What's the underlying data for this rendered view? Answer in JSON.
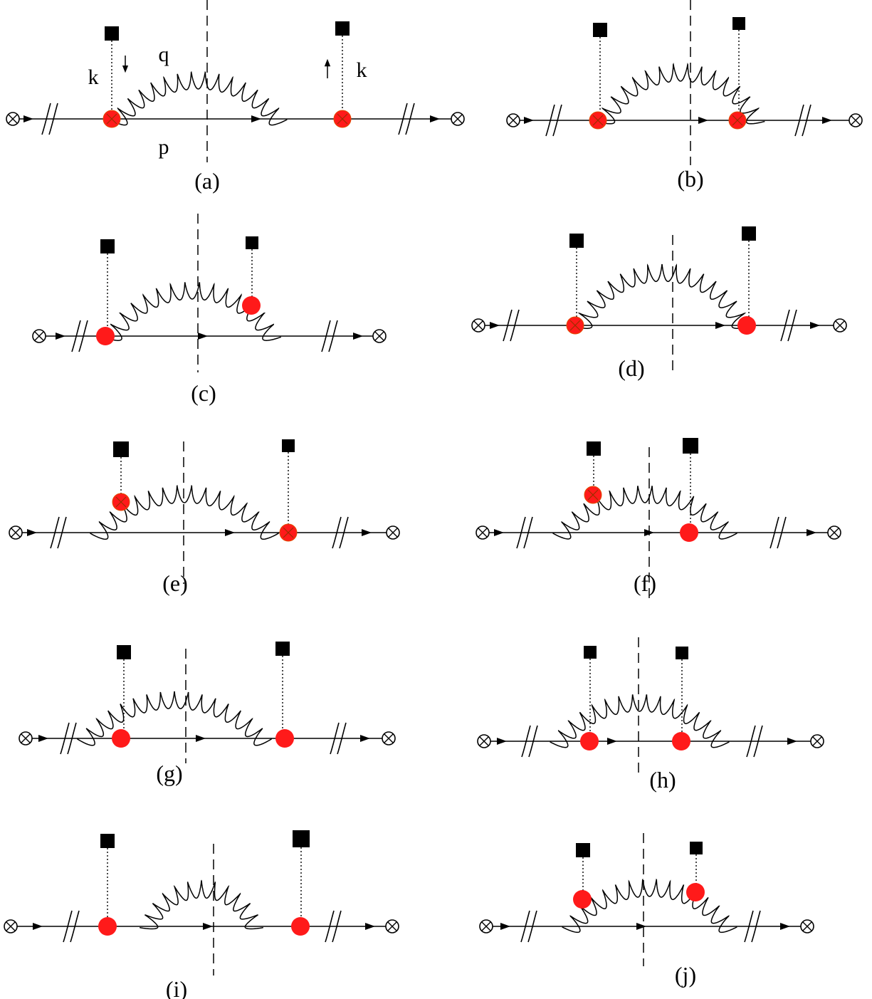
{
  "panels": [
    {
      "caption": "(a)",
      "labels": {
        "k_left": "k",
        "k_right": "k",
        "q": "q",
        "p": "p"
      }
    },
    {
      "caption": "(b)"
    },
    {
      "caption": "(c)"
    },
    {
      "caption": "(d)"
    },
    {
      "caption": "(e)"
    },
    {
      "caption": "(f)"
    },
    {
      "caption": "(g)"
    },
    {
      "caption": "(h)"
    },
    {
      "caption": "(i)"
    },
    {
      "caption": "(j)"
    }
  ],
  "colors": {
    "vertex": "#ff1a1a",
    "line": "#000000"
  }
}
